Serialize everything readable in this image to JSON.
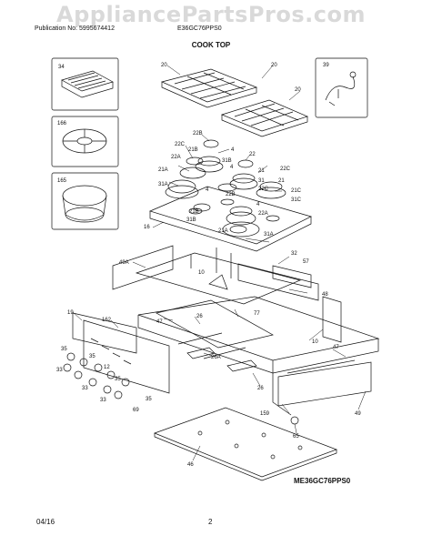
{
  "header": {
    "watermark": "AppliancePartsPros.com",
    "publication": "Publication No: 5995674412",
    "model": "E36GC76PPS0"
  },
  "section_title": "COOK TOP",
  "model_code": "ME36GC76PPS0",
  "footer": {
    "date": "04/16",
    "page": "2"
  },
  "callouts": {
    "c34": "34",
    "c20a": "20",
    "c20b": "20",
    "c20c": "20",
    "c39": "39",
    "c166": "166",
    "c165": "165",
    "c22b": "22B",
    "c22c_a": "22C",
    "c21b_a": "21B",
    "c4_a": "4",
    "c22a": "22A",
    "c22": "22",
    "c31b_a": "31B",
    "c22c_b": "22C",
    "c21a": "21A",
    "c4_b": "4",
    "c21_a": "21",
    "c31": "31",
    "c21_b": "21",
    "c31a": "31A",
    "c4_c": "4",
    "c22b_b": "22B",
    "c22c_c": "22C",
    "c21c": "21C",
    "c31c": "31C",
    "c21b_b": "21B",
    "c4_d": "4",
    "c31b_b": "31B",
    "c22a_b": "22A",
    "c16": "16",
    "c21a_b": "21A",
    "c31a_b": "31A",
    "c32": "32",
    "c57": "57",
    "c49a": "49A",
    "c10_a": "10",
    "c48": "48",
    "c77": "77",
    "c19": "19",
    "c162": "162",
    "c47_a": "47",
    "c26_a": "26",
    "c35_a": "35",
    "c33_a": "33",
    "c35_b": "35",
    "c12": "12",
    "c33_b": "33",
    "c26a": "26A",
    "c10_b": "10",
    "c47_b": "47",
    "c35_c": "35",
    "c33_c": "33",
    "c35_d": "35",
    "c69": "69",
    "c26_b": "26",
    "c159": "159",
    "c49": "49",
    "c65": "65",
    "c46": "46"
  }
}
